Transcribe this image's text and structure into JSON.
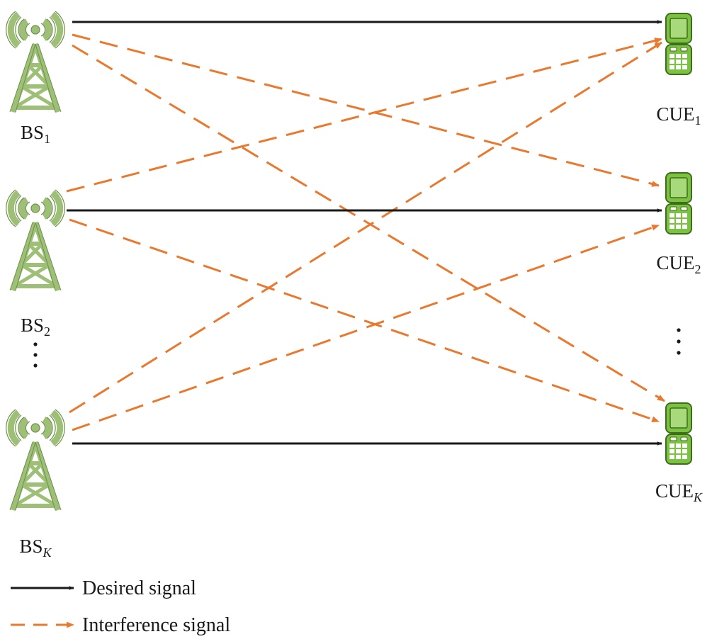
{
  "colors": {
    "desired": "#1a1a1a",
    "interference": "#e8792e",
    "tower": "#9dbf76",
    "tower_stroke": "#6e8f4b",
    "phone": "#7cc242",
    "phone_dark": "#3f6e1a"
  },
  "base_stations": [
    {
      "id": "bs1",
      "label": "BS",
      "sub": "1",
      "sub_italic": false
    },
    {
      "id": "bs2",
      "label": "BS",
      "sub": "2",
      "sub_italic": false
    },
    {
      "id": "bsk",
      "label": "BS",
      "sub": "K",
      "sub_italic": true
    }
  ],
  "users": [
    {
      "id": "cue1",
      "label": "CUE",
      "sub": "1",
      "sub_italic": false
    },
    {
      "id": "cue2",
      "label": "CUE",
      "sub": "2",
      "sub_italic": false
    },
    {
      "id": "cuek",
      "label": "CUE",
      "sub": "K",
      "sub_italic": true
    }
  ],
  "links": {
    "desired": [
      [
        "bs1",
        "cue1"
      ],
      [
        "bs2",
        "cue2"
      ],
      [
        "bsk",
        "cuek"
      ]
    ],
    "interference": [
      [
        "bs1",
        "cue2"
      ],
      [
        "bs1",
        "cuek"
      ],
      [
        "bs2",
        "cue1"
      ],
      [
        "bs2",
        "cuek"
      ],
      [
        "bsk",
        "cue1"
      ],
      [
        "bsk",
        "cue2"
      ]
    ]
  },
  "legend": {
    "desired_label": "Desired signal",
    "interference_label": "Interference signal"
  }
}
